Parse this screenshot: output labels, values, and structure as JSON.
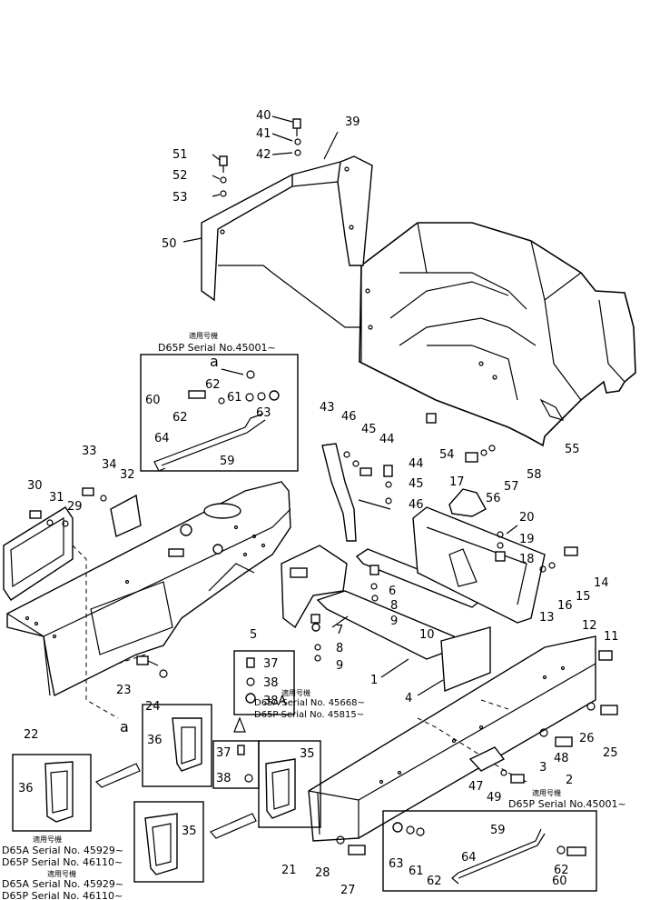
{
  "callouts": {
    "n1": "1",
    "n2": "2",
    "n3": "3",
    "n4": "4",
    "n5": "5",
    "n6": "6",
    "n7": "7",
    "n8a": "8",
    "n8b": "8",
    "n9a": "9",
    "n9b": "9",
    "n10": "10",
    "n11": "11",
    "n12": "12",
    "n13": "13",
    "n14": "14",
    "n15": "15",
    "n16": "16",
    "n17": "17",
    "n18": "18",
    "n19": "19",
    "n20": "20",
    "n21": "21",
    "n22": "22",
    "n23": "23",
    "n24": "24",
    "n25": "25",
    "n26": "26",
    "n27": "27",
    "n28": "28",
    "n29": "29",
    "n30": "30",
    "n31": "31",
    "n32": "32",
    "n33": "33",
    "n34": "34",
    "n35a": "35",
    "n35b": "35",
    "n36a": "36",
    "n36b": "36",
    "n37a": "37",
    "n37b": "37",
    "n38a": "38",
    "n38b": "38",
    "n38A": "38A",
    "n39": "39",
    "n40": "40",
    "n41": "41",
    "n42": "42",
    "n43": "43",
    "n44a": "44",
    "n44b": "44",
    "n45a": "45",
    "n45b": "45",
    "n46a": "46",
    "n46b": "46",
    "n47": "47",
    "n48": "48",
    "n49": "49",
    "n50": "50",
    "n51": "51",
    "n52": "52",
    "n53": "53",
    "n54": "54",
    "n55": "55",
    "n56": "56",
    "n57": "57",
    "n58": "58",
    "n59a": "59",
    "n59b": "59",
    "n60a": "60",
    "n60b": "60",
    "n61a": "61",
    "n61b": "61",
    "n62a": "62",
    "n62b": "62",
    "n62c": "62",
    "n62d": "62",
    "n63a": "63",
    "n63b": "63",
    "n64a": "64",
    "n64b": "64",
    "refA1": "a",
    "refA2": "a"
  },
  "serial_notes": {
    "top_box_heading": "適用号機",
    "top_box_serial": "D65P Serial No.45001~",
    "mid_heading": "適用号機",
    "mid_serial1": "D65A Serial No. 45668~",
    "mid_serial2": "D65P Serial No. 45815~",
    "left_box_heading": "適用号機",
    "left_box_serial1": "D65A Serial No. 45929~",
    "left_box_serial2": "D65P Serial No. 46110~",
    "bottom_left_heading": "適用号機",
    "bottom_left_serial1": "D65A Serial No. 45929~",
    "bottom_left_serial2": "D65P Serial No. 46110~",
    "bottom_right_heading": "適用号機",
    "bottom_right_serial": "D65P Serial No.45001~"
  }
}
